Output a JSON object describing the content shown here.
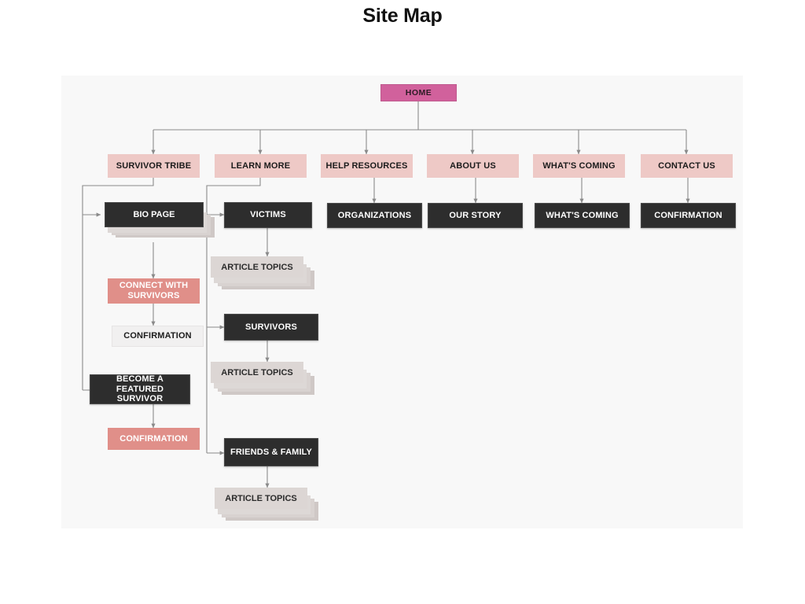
{
  "page": {
    "title": "Site Map"
  },
  "colors": {
    "canvas_background": "#f8f8f8",
    "home": "#d1619c",
    "level2_pink": "#eec9c6",
    "dark": "#2d2d2d",
    "salmon": "#e08f89",
    "light": "#f1f0f0",
    "stack_sheet": "#dcd6d4",
    "connector": "#8a8a8a"
  },
  "sitemap": {
    "root": {
      "label": "HOME"
    },
    "sections": [
      {
        "label": "SURVIVOR TRIBE"
      },
      {
        "label": "LEARN MORE"
      },
      {
        "label": "HELP RESOURCES"
      },
      {
        "label": "ABOUT US"
      },
      {
        "label": "WHAT'S COMING"
      },
      {
        "label": "CONTACT US"
      }
    ],
    "survivor_tribe": {
      "bio_page": "BIO PAGE",
      "connect_with_survivors": "CONNECT WITH SURVIVORS",
      "confirmation_connect": "CONFIRMATION",
      "become_featured_survivor": "BECOME A FEATURED SURVIVOR",
      "confirmation_featured": "CONFIRMATION"
    },
    "learn_more": {
      "victims": "VICTIMS",
      "victims_articles": "ARTICLE TOPICS",
      "survivors": "SURVIVORS",
      "survivors_articles": "ARTICLE TOPICS",
      "friends_family": "FRIENDS & FAMILY",
      "friends_family_articles": "ARTICLE TOPICS"
    },
    "help_resources": {
      "organizations": "ORGANIZATIONS"
    },
    "about_us": {
      "our_story": "OUR STORY"
    },
    "whats_coming": {
      "whats_coming": "WHAT'S COMING"
    },
    "contact_us": {
      "confirmation": "CONFIRMATION"
    }
  }
}
